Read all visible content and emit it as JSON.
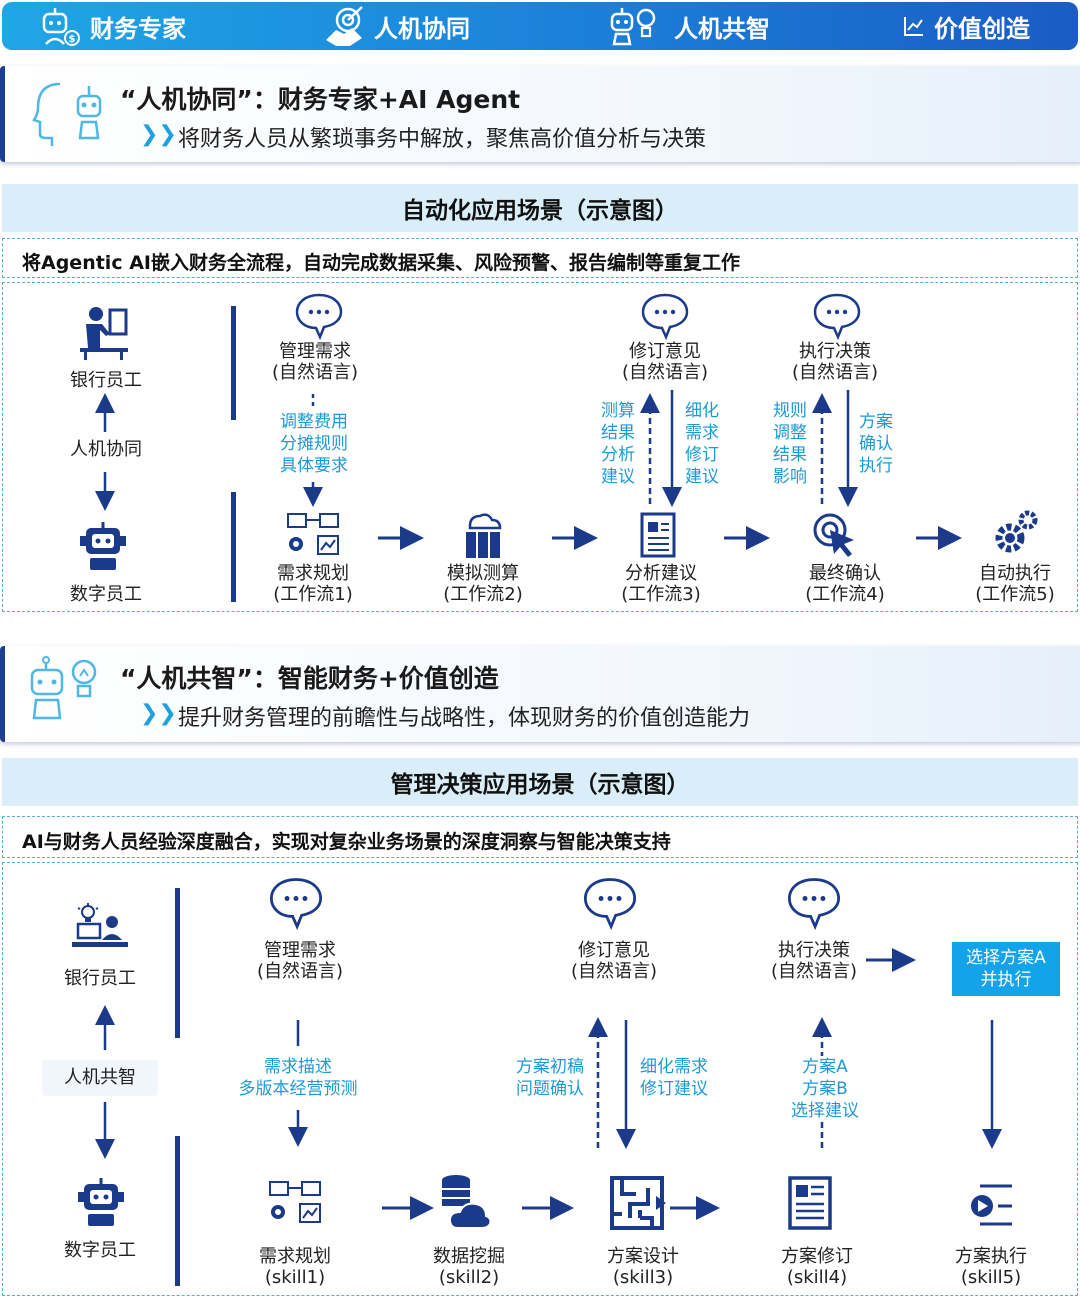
{
  "banner": {
    "tabs": [
      {
        "label": "财务专家",
        "icon": "robot-money-icon"
      },
      {
        "label": "人机协同",
        "icon": "handshake-target-icon"
      },
      {
        "label": "人机共智",
        "icon": "robot-bulb-icon"
      },
      {
        "label": "价值创造",
        "icon": "chart-line-icon"
      }
    ]
  },
  "section1": {
    "title": "“人机协同”：财务专家+AI Agent",
    "subtitle": "将财务人员从繁琐事务中解放，聚焦高价值分析与决策",
    "scene_title": "自动化应用场景（示意图）",
    "description": "将Agentic AI嵌入财务全流程，自动完成数据采集、风险预警、报告编制等重复工作",
    "left": {
      "top": "银行员工",
      "middle": "人机协同",
      "bottom": "数字员工"
    },
    "top_nodes": [
      {
        "l1": "管理需求",
        "l2": "(自然语言)"
      },
      {
        "l1": "修订意见",
        "l2": "(自然语言)"
      },
      {
        "l1": "执行决策",
        "l2": "(自然语言)"
      }
    ],
    "notes": {
      "n1": "调整费用\n分摊规则\n具体要求",
      "n2": "测算\n结果\n分析\n建议",
      "n3": "细化\n需求\n修订\n建议",
      "n4": "规则\n调整\n结果\n影响",
      "n5": "方案\n确认\n执行"
    },
    "bottom_nodes": [
      {
        "l1": "需求规划",
        "l2": "(工作流1)"
      },
      {
        "l1": "模拟测算",
        "l2": "(工作流2)"
      },
      {
        "l1": "分析建议",
        "l2": "(工作流3)"
      },
      {
        "l1": "最终确认",
        "l2": "(工作流4)"
      },
      {
        "l1": "自动执行",
        "l2": "(工作流5)"
      }
    ]
  },
  "section2": {
    "title": "“人机共智”：智能财务+价值创造",
    "subtitle": "提升财务管理的前瞻性与战略性，体现财务的价值创造能力",
    "scene_title": "管理决策应用场景（示意图）",
    "description": "AI与财务人员经验深度融合，实现对复杂业务场景的深度洞察与智能决策支持",
    "left": {
      "top": "银行员工",
      "middle": "人机共智",
      "bottom": "数字员工"
    },
    "top_nodes": [
      {
        "l1": "管理需求",
        "l2": "(自然语言)"
      },
      {
        "l1": "修订意见",
        "l2": "(自然语言)"
      },
      {
        "l1": "执行决策",
        "l2": "(自然语言)"
      }
    ],
    "choose_box": "选择方案A\n并执行",
    "notes": {
      "n1": "需求描述\n多版本经营预测",
      "n2": "方案初稿\n问题确认",
      "n3": "细化需求\n修订建议",
      "n4": "方案A\n方案B\n选择建议"
    },
    "bottom_nodes": [
      {
        "l1": "需求规划",
        "l2": "(skill1)"
      },
      {
        "l1": "数据挖掘",
        "l2": "(skill2)"
      },
      {
        "l1": "方案设计",
        "l2": "(skill3)"
      },
      {
        "l1": "方案修订",
        "l2": "(skill4)"
      },
      {
        "l1": "方案执行",
        "l2": "(skill5)"
      }
    ]
  },
  "colors": {
    "navy": "#1c3a8a",
    "cyan": "#1d9ad6",
    "bar": "#d9eef8",
    "banner": "#1b7fd8"
  }
}
